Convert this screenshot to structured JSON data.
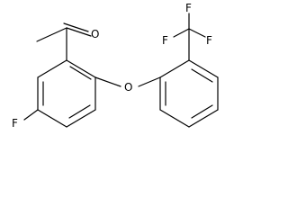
{
  "molecule": {
    "atoms": {
      "carbonyl_oxygen": "O",
      "ether_oxygen": "O",
      "ring_fluorine": "F",
      "cf3_fluorine_top": "F",
      "cf3_fluorine_left": "F",
      "cf3_fluorine_right": "F"
    },
    "colors": {
      "bond": "#000000",
      "label": "#000000",
      "background": "#ffffff"
    }
  }
}
